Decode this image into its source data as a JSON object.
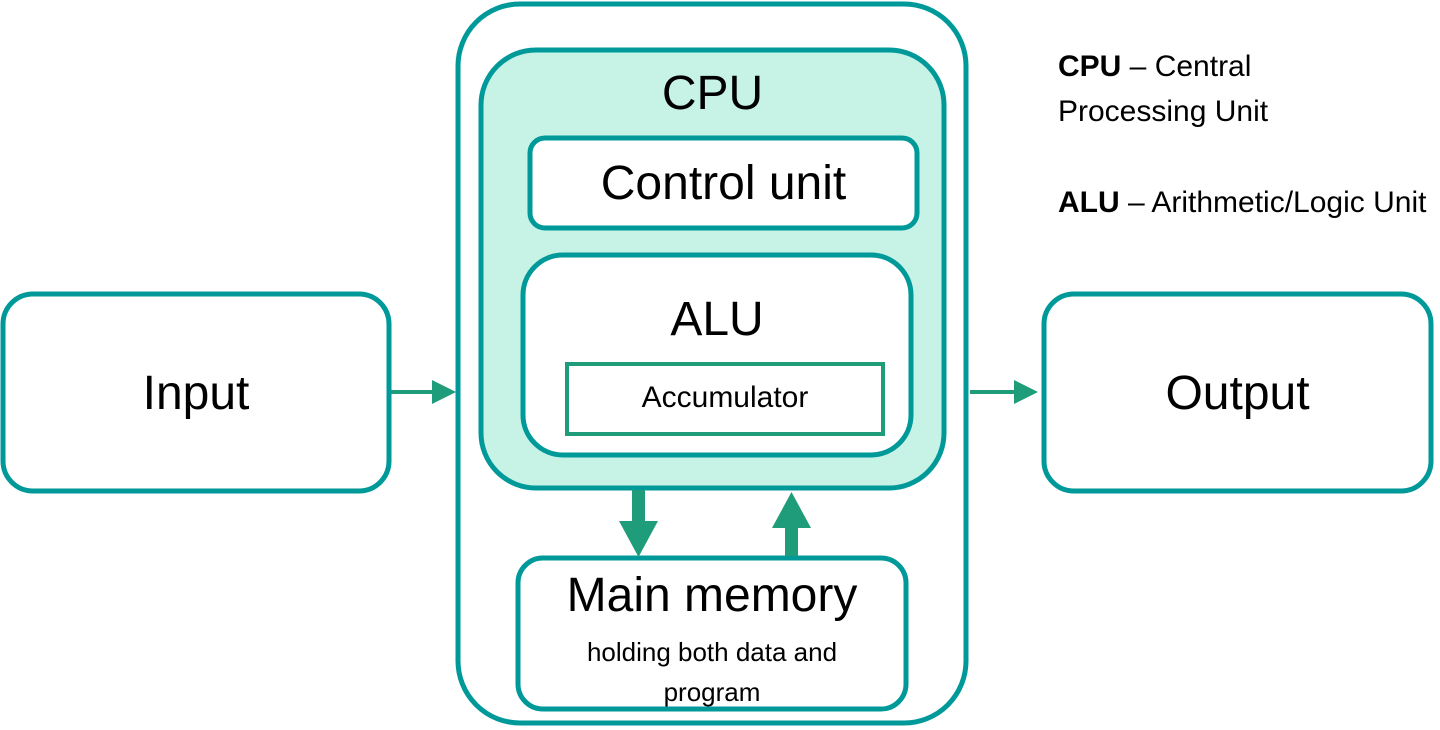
{
  "colors": {
    "border": "#009999",
    "arrow": "#1f9c7a",
    "cpu_fill": "#c6f3e6"
  },
  "input": {
    "label": "Input"
  },
  "output": {
    "label": "Output"
  },
  "cpu": {
    "label": "CPU"
  },
  "control_unit": {
    "label": "Control unit"
  },
  "alu": {
    "label": "ALU"
  },
  "accumulator": {
    "label": "Accumulator"
  },
  "main_memory": {
    "label": "Main memory",
    "sublabel": "holding both data and program"
  },
  "legend": [
    {
      "abbr": "CPU",
      "text": " – Central Processing Unit"
    },
    {
      "abbr": "ALU",
      "text": " – Arithmetic/Logic Unit"
    }
  ]
}
